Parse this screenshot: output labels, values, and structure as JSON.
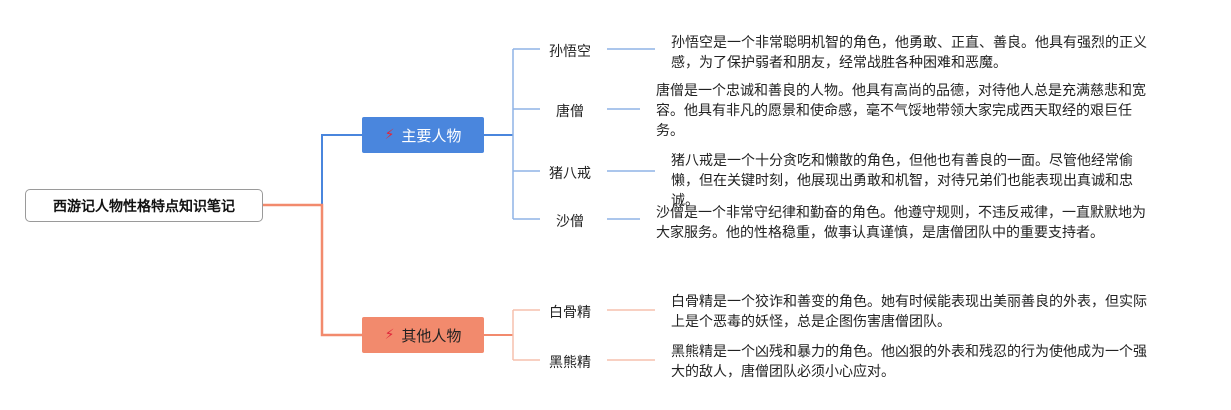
{
  "root": {
    "title": "西游记人物性格特点知识笔记"
  },
  "branches": [
    {
      "label": "主要人物",
      "icon": "magic-wand-icon",
      "color": "#4a86dd",
      "children": [
        {
          "name": "孙悟空",
          "desc": "孙悟空是一个非常聪明机智的角色，他勇敢、正直、善良。他具有强烈的正义感，为了保护弱者和朋友，经常战胜各种困难和恶魔。"
        },
        {
          "name": "唐僧",
          "desc": "唐僧是一个忠诚和善良的人物。他具有高尚的品德，对待他人总是充满慈悲和宽容。他具有非凡的愿景和使命感，毫不气馁地带领大家完成西天取经的艰巨任务。"
        },
        {
          "name": "猪八戒",
          "desc": "猪八戒是一个十分贪吃和懒散的角色，但他也有善良的一面。尽管他经常偷懒，但在关键时刻，他展现出勇敢和机智，对待兄弟们也能表现出真诚和忠诚。"
        },
        {
          "name": "沙僧",
          "desc": "沙僧是一个非常守纪律和勤奋的角色。他遵守规则，不违反戒律，一直默默地为大家服务。他的性格稳重，做事认真谨慎，是唐僧团队中的重要支持者。"
        }
      ]
    },
    {
      "label": "其他人物",
      "icon": "magic-wand-icon",
      "color": "#f28a6d",
      "children": [
        {
          "name": "白骨精",
          "desc": "白骨精是一个狡诈和善变的角色。她有时候能表现出美丽善良的外表，但实际上是个恶毒的妖怪，总是企图伤害唐僧团队。"
        },
        {
          "name": "黑熊精",
          "desc": "黑熊精是一个凶残和暴力的角色。他凶狠的外表和残忍的行为使他成为一个强大的敌人，唐僧团队必须小心应对。"
        }
      ]
    }
  ]
}
